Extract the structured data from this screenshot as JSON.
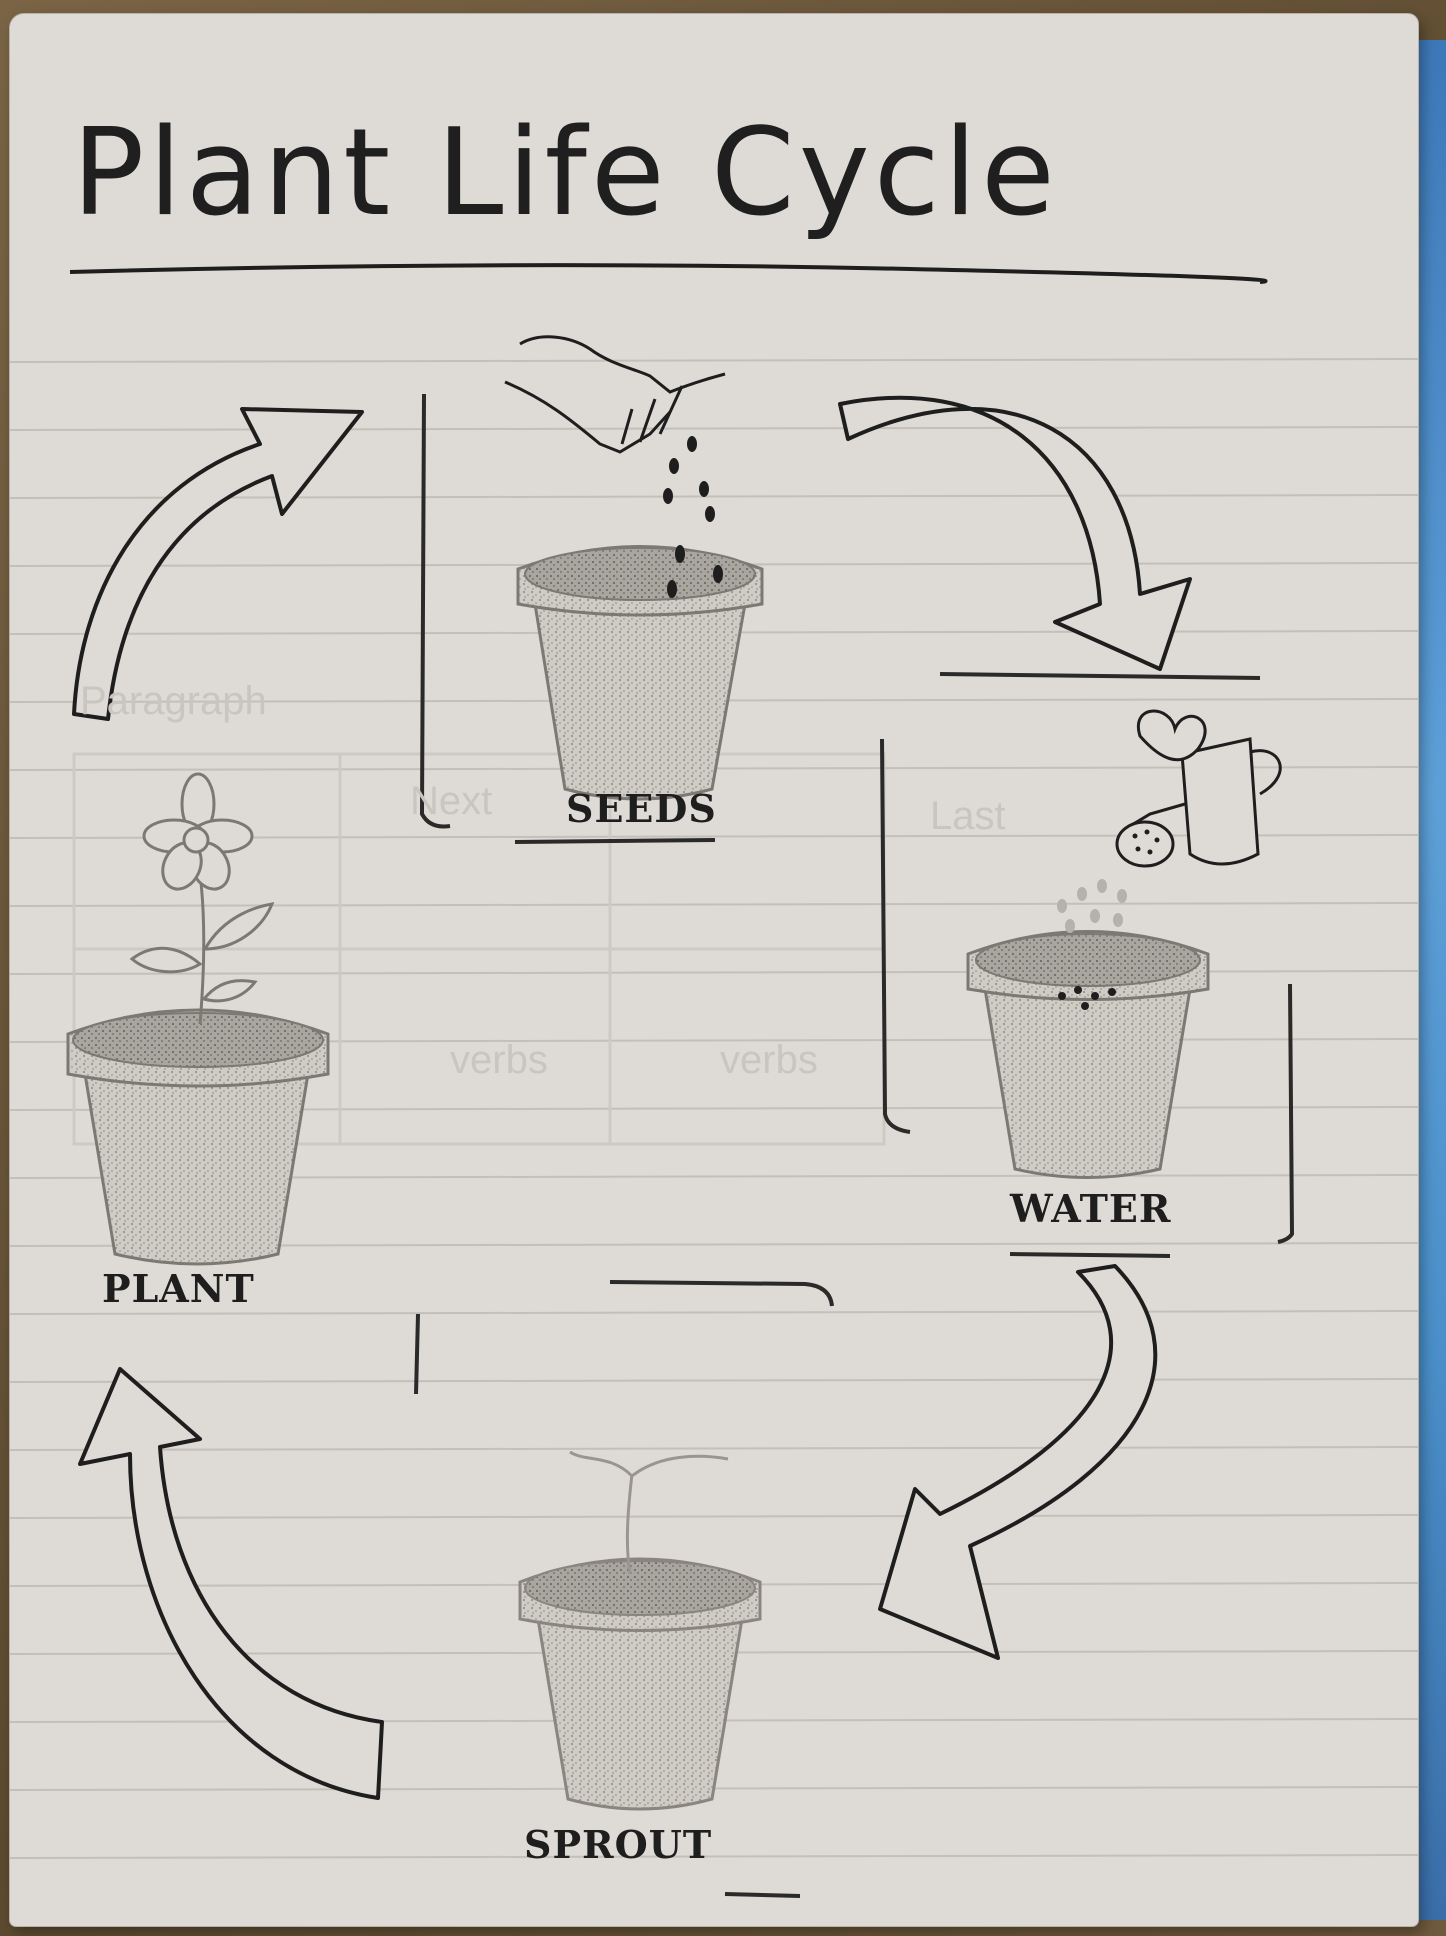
{
  "title": "Plant Life Cycle",
  "stages": [
    {
      "label": "SEEDS"
    },
    {
      "label": "WATER"
    },
    {
      "label": "SPROUT"
    },
    {
      "label": "PLANT"
    }
  ],
  "faded_text": {
    "heading": "Paragraph",
    "word_1": "Next",
    "word_2": "Last",
    "word_3": "verbs",
    "word_4": "verbs"
  },
  "colors": {
    "ink": "#1e1e1e",
    "paper": "#dedbd6",
    "pot": "#b9b6b0"
  }
}
